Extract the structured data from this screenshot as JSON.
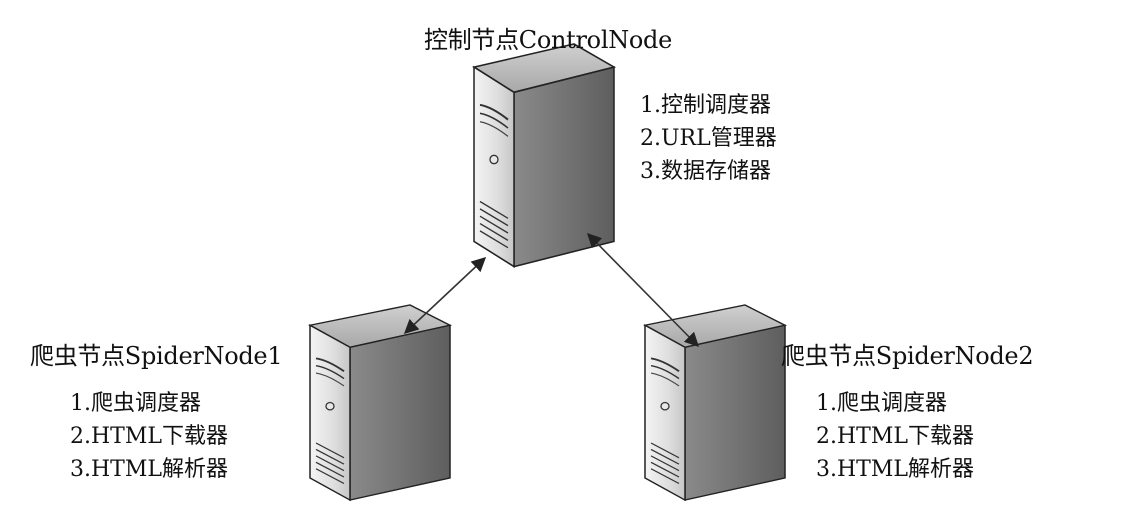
{
  "control_node": {
    "title": "控制节点ControlNode",
    "functions": [
      "1.控制调度器",
      "2.URL管理器",
      "3.数据存储器"
    ]
  },
  "spider_node_1": {
    "title": "爬虫节点SpiderNode1",
    "functions": [
      "1.爬虫调度器",
      "2.HTML下载器",
      "3.HTML解析器"
    ]
  },
  "spider_node_2": {
    "title": "爬虫节点SpiderNode2",
    "functions": [
      "1.爬虫调度器",
      "2.HTML下载器",
      "3.HTML解析器"
    ]
  },
  "connections": [
    {
      "from": "控制节点ControlNode",
      "to": "爬虫节点SpiderNode1",
      "direction": "bidirectional"
    },
    {
      "from": "控制节点ControlNode",
      "to": "爬虫节点SpiderNode2",
      "direction": "bidirectional"
    }
  ]
}
